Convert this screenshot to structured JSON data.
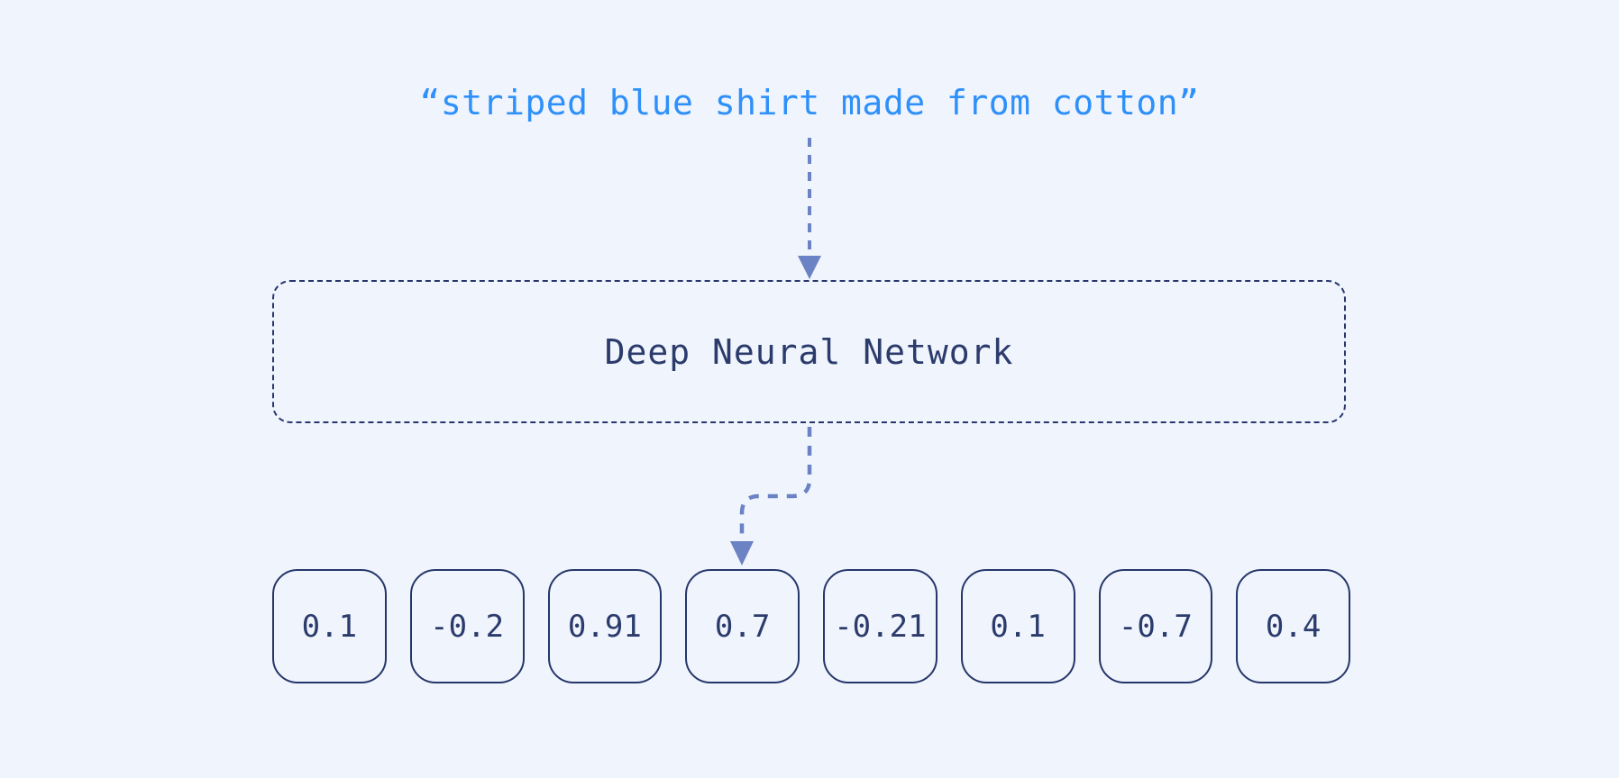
{
  "diagram": {
    "title": "text-to-embedding diagram",
    "input_text": {
      "quote": "“striped blue shirt made from cotton”"
    },
    "model_box": {
      "label": "Deep Neural Network"
    },
    "vector": {
      "values": [
        "0.1",
        "-0.2",
        "0.91",
        "0.7",
        "-0.21",
        "0.1",
        "-0.7",
        "0.4"
      ]
    },
    "icons": {
      "arrow_input_to_model": "arrow-down-icon",
      "arrow_model_to_vector": "arrow-elbow-down-icon"
    },
    "colors": {
      "background": "#F0F4FC",
      "input_text_blue": "#2E90FA",
      "navy_stroke_text": "#2A3A6B",
      "arrow_slate_blue": "#6B82C4"
    }
  }
}
